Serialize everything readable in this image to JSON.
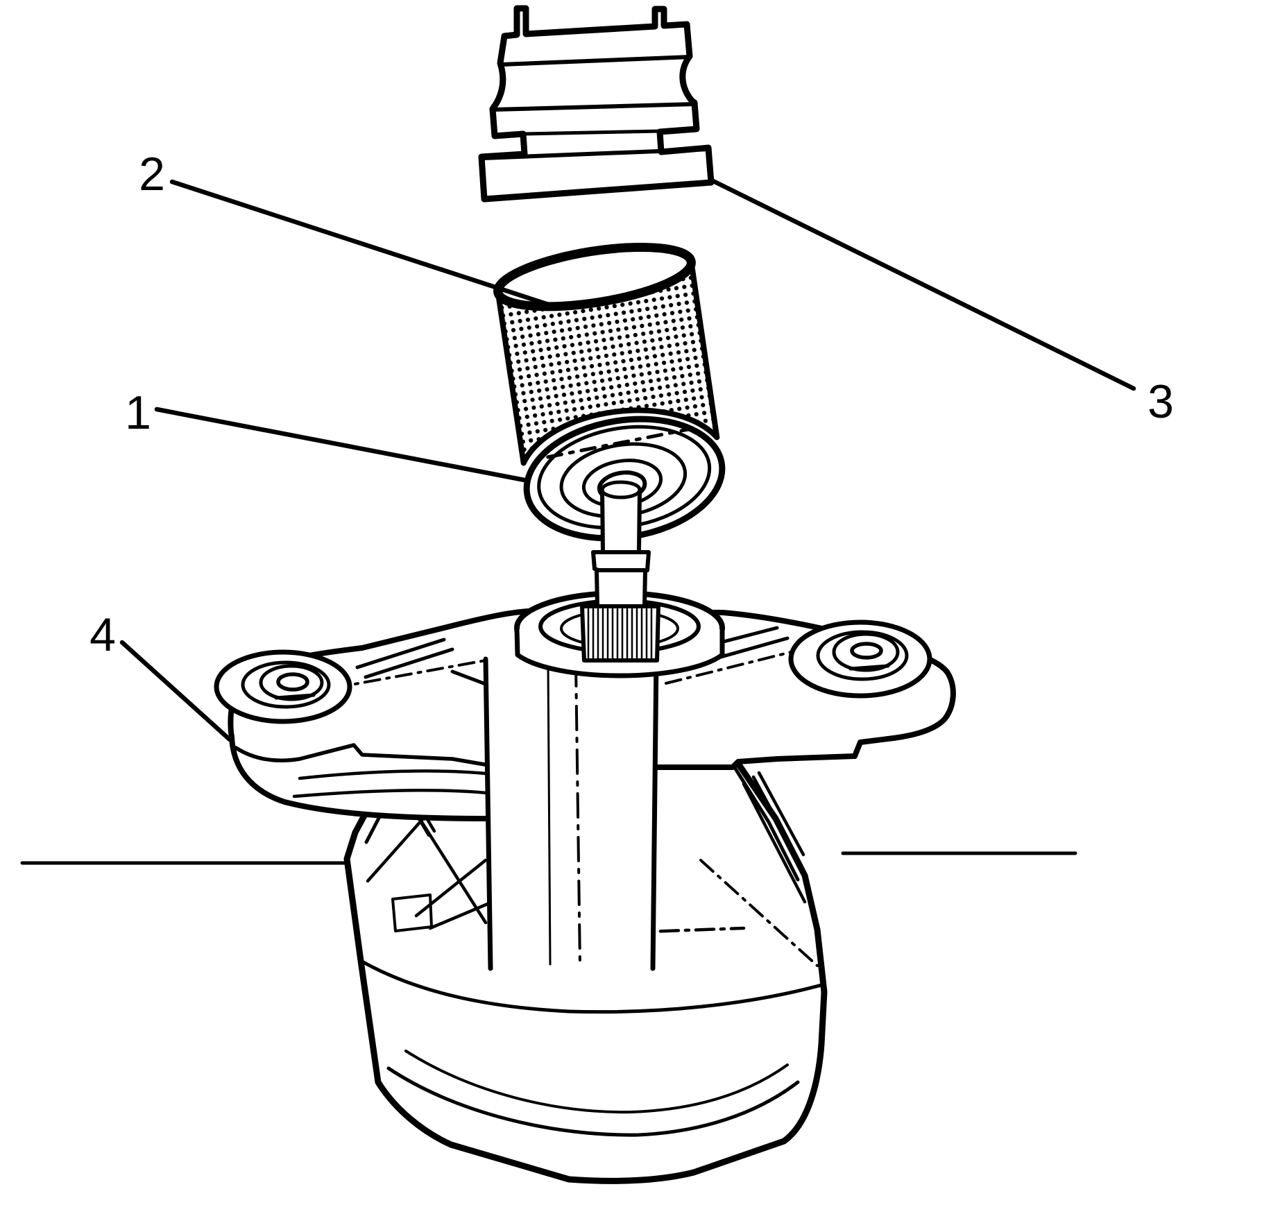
{
  "figure": {
    "kind": "exploded-parts-line-drawing",
    "subject": "transmission-mount-and-damper-assembly",
    "background_color": "#ffffff",
    "ink_color": "#000000"
  },
  "callouts": [
    {
      "label": "1"
    },
    {
      "label": "2"
    },
    {
      "label": "3"
    },
    {
      "label": "4"
    }
  ]
}
